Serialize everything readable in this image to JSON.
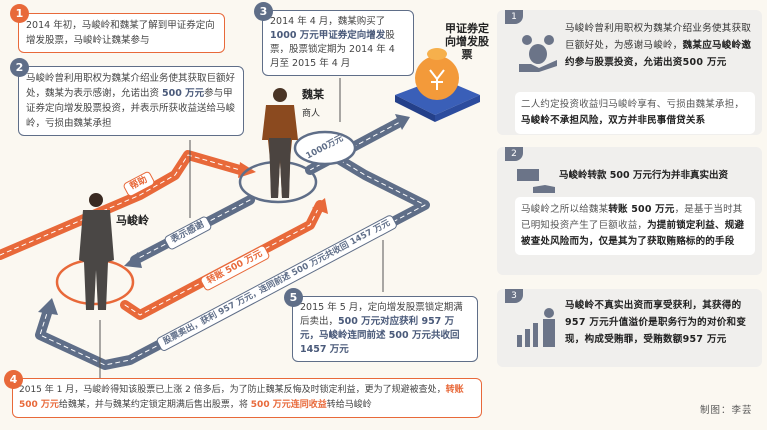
{
  "steps": {
    "s1": {
      "num": "1",
      "text": "2014 年初，马峻岭和魏某了解到甲证券定向增发股票，马峻岭让魏某参与"
    },
    "s2": {
      "num": "2",
      "t1": "马峻岭曾利用职权为魏某介绍业务使其获取巨额好处，魏某为表示感谢，允诺出资 ",
      "hl": "500 万元",
      "t2": "参与甲证券定向增发股票投资，并表示所获收益送给马峻岭，亏损由魏某承担"
    },
    "s3": {
      "num": "3",
      "t1": "2014 年 4 月，魏某购买了",
      "hl": "1000 万元甲证券定向增发",
      "t2": "股票，股票锁定期为 2014 年 4 月至 2015 年 4 月"
    },
    "s4": {
      "num": "4",
      "t1": "2015 年 1 月，马峻岭得知该股票已上涨 2 倍多后，为了防止魏某反悔及时锁定利益，更为了规避被查处，",
      "hl1": "转账 500 万元",
      "t2": "给魏某，并与魏某约定锁定期满后售出股票，将 ",
      "hl2": "500 万元连同收益",
      "t3": "转给马峻岭"
    },
    "s5": {
      "num": "5",
      "t1": "2015 年 5 月，定向增发股票锁定期满后卖出，",
      "hl": "500 万元对应获利 957 万元，马峻岭连同前述 500 万元共收回 1457 万元"
    }
  },
  "figures": {
    "wei_name": "魏某",
    "wei_role": "商人",
    "ma_name": "马峻岭",
    "stock_label": "甲证券定向增发股票"
  },
  "roads": {
    "help": "帮助",
    "thanks": "表示感谢",
    "amount1000": "1000万元",
    "transfer": "转账 500 万元",
    "sold": "股票卖出，获利 957 万元，连同前述 500 万元共收回 1457 万元"
  },
  "panels": [
    {
      "num": "1",
      "t1": "马峻岭曾利用职权为魏某介绍业务使其获取巨额好处，为感谢马峻岭，",
      "b1": "魏某应马峻岭邀约参与股票投资，允诺出资500 万元",
      "n1": "二人约定投资收益归马峻岭享有、亏损由魏某承担，",
      "n2": "马峻岭不承担风险，双方并非民事借贷关系"
    },
    {
      "num": "2",
      "title": "马峻岭转款 500 万元行为并非真实出资",
      "n1": "马峻岭之所以给魏某",
      "n2": "转账 500 万元",
      "n3": "，是基于当时其已明知投资产生了巨额收益，",
      "n4": "为提前锁定利益、规避被查处风险而为，仅是其为了获取贿赂标的的手段"
    },
    {
      "num": "3",
      "text": "马峻岭不真实出资而享受获利，其获得的 957 万元升值溢价是职务行为的对价和变现，构成受贿罪，受贿数额957 万元"
    }
  ],
  "credit": "制图：李芸",
  "colors": {
    "orange": "#e8693a",
    "slate": "#5f6e88"
  }
}
